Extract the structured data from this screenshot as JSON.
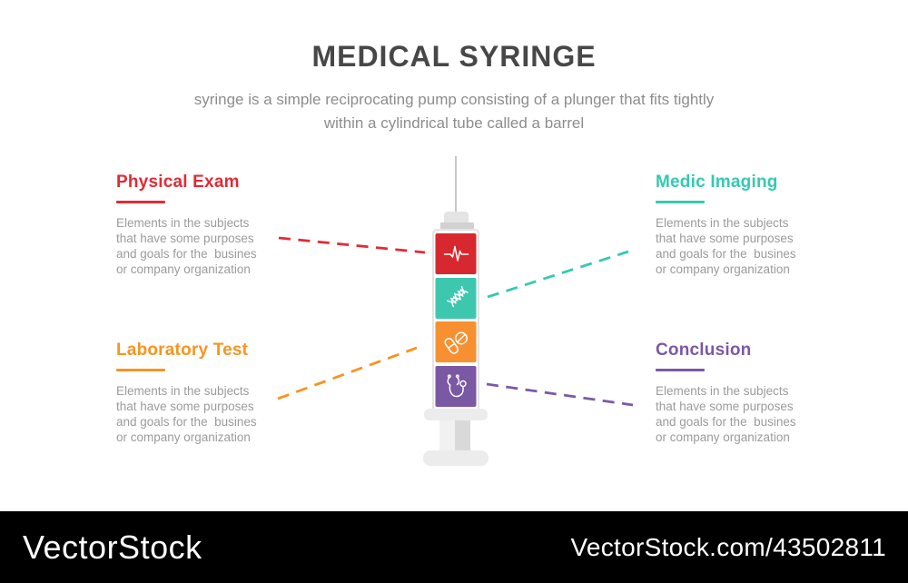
{
  "title": "MEDICAL SYRINGE",
  "subtitle_lines": [
    "syringe is a simple reciprocating pump consisting of a plunger that fits tightly",
    "within a cylindrical tube called a barrel"
  ],
  "sections": [
    {
      "label": "Physical Exam",
      "accent": "#e32a33",
      "block_color": "#d8282f",
      "icon": "heart-pulse-icon",
      "body_lines": [
        "Elements in the subjects",
        "that have some purposes",
        "and goals for the  busines",
        "or company organization"
      ]
    },
    {
      "label": "Medic Imaging",
      "accent": "#35c9b2",
      "block_color": "#3cc7ae",
      "icon": "dna-icon",
      "body_lines": [
        "Elements in the subjects",
        "that have some purposes",
        "and goals for the  busines",
        "or company organization"
      ]
    },
    {
      "label": "Laboratory Test",
      "accent": "#f8941f",
      "block_color": "#f79031",
      "icon": "pills-icon",
      "body_lines": [
        "Elements in the subjects",
        "that have some purposes",
        "and goals for the  busines",
        "or company organization"
      ]
    },
    {
      "label": "Conclusion",
      "accent": "#7c58a5",
      "block_color": "#7a58a3",
      "icon": "stethoscope-icon",
      "body_lines": [
        "Elements in the subjects",
        "that have some purposes",
        "and goals for the  busines",
        "or company organization"
      ]
    }
  ],
  "syringe": {
    "parts": [
      "needle",
      "hub",
      "barrel",
      "flange",
      "plunger"
    ],
    "gray_light": "#ececec",
    "gray_mid": "#d1d1d1",
    "barrel_border": "#e3e3e3"
  },
  "watermark": {
    "brand": "VectorStock",
    "url_text": "VectorStock.com/43502811",
    "bar_color": "#000000"
  }
}
